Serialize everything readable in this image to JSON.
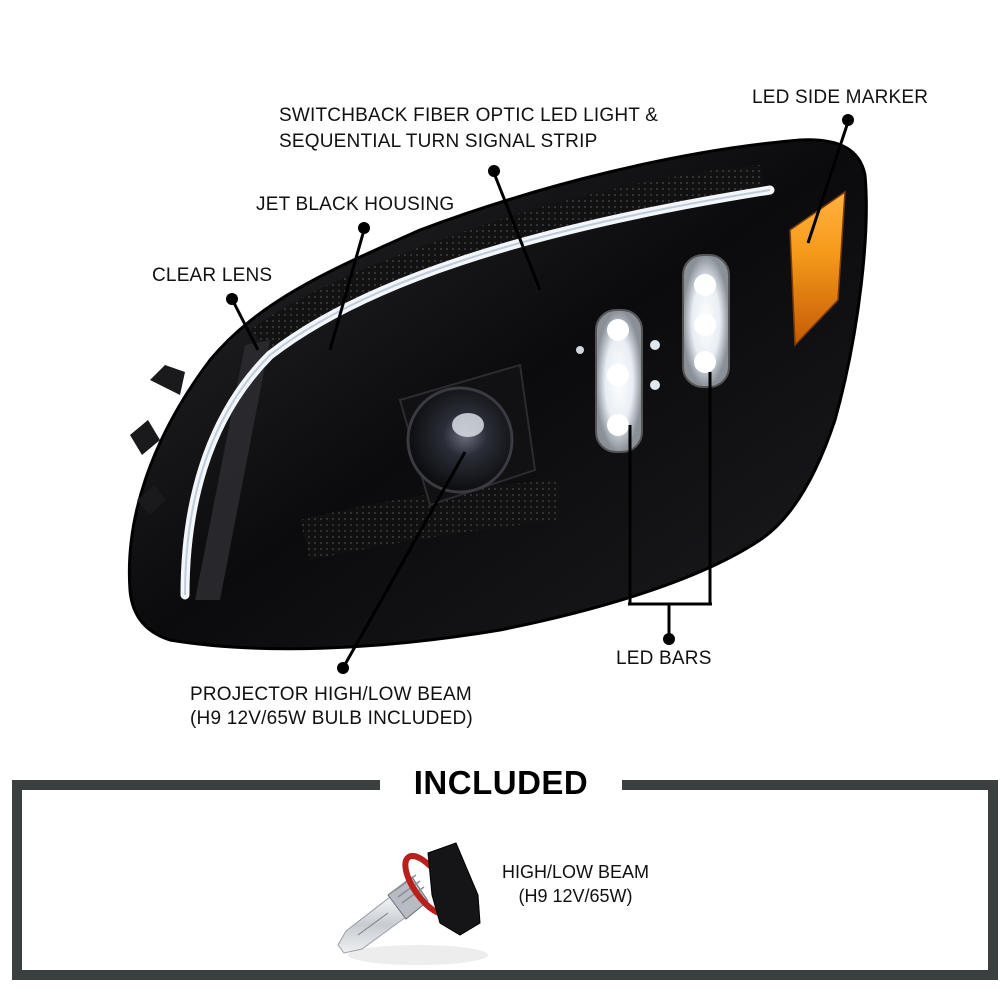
{
  "callouts": {
    "switchback": {
      "line1": "SWITCHBACK FIBER OPTIC LED LIGHT &",
      "line2": "SEQUENTIAL TURN SIGNAL STRIP"
    },
    "side_marker": "LED SIDE MARKER",
    "housing": "JET BLACK HOUSING",
    "lens": "CLEAR LENS",
    "projector": {
      "line1": "PROJECTOR HIGH/LOW BEAM",
      "line2": "(H9 12V/65W BULB INCLUDED)"
    },
    "led_bars": "LED BARS"
  },
  "included": {
    "title": "INCLUDED",
    "item": {
      "line1": "HIGH/LOW BEAM",
      "line2": "(H9 12V/65W)"
    }
  },
  "colors": {
    "housing": "#0d0d0f",
    "amber": "#f08a10",
    "box_border": "#3a4040",
    "bulb_ring": "#b8201c"
  }
}
